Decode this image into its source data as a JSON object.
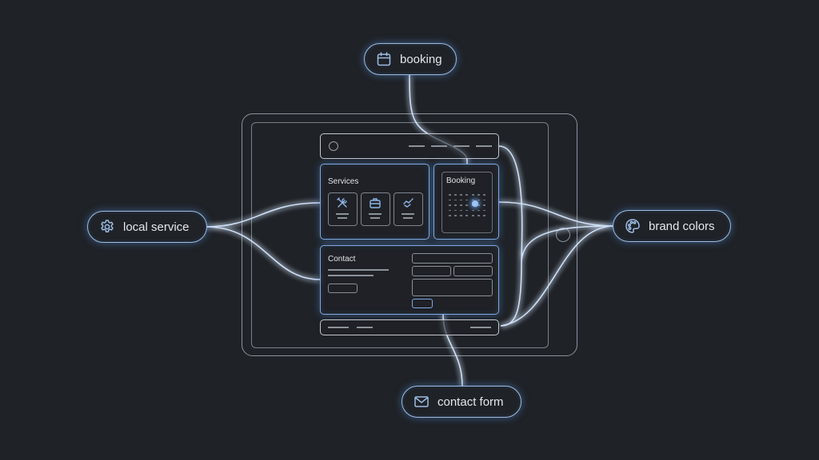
{
  "theme": {
    "background": "#1f2227",
    "wire_color": "#b9d4f5",
    "glow_color": "#5a96e6",
    "frame_color": "#c3c8cf",
    "highlight_dot": "#9cc4f5"
  },
  "nodes": {
    "booking": {
      "label": "booking",
      "icon": "calendar-icon"
    },
    "local_service": {
      "label": "local service",
      "icon": "gear-icon"
    },
    "brand_colors": {
      "label": "brand colors",
      "icon": "palette-icon"
    },
    "contact_form": {
      "label": "contact form",
      "icon": "envelope-icon"
    }
  },
  "wireframe": {
    "device": "tablet",
    "navbar": {
      "logo": "circle-logo",
      "menu_items": 4
    },
    "services": {
      "title": "Services",
      "cards": [
        {
          "icon": "tools-icon"
        },
        {
          "icon": "briefcase-icon"
        },
        {
          "icon": "handshake-icon"
        }
      ]
    },
    "booking": {
      "title": "Booking",
      "calendar_columns": 7,
      "calendar_rows": 5,
      "selected": "highlighted-day"
    },
    "contact": {
      "title": "Contact"
    },
    "footer": {
      "links": 3
    }
  },
  "connections": [
    {
      "from": "booking",
      "to": "wireframe.booking"
    },
    {
      "from": "local_service",
      "to": "wireframe.services"
    },
    {
      "from": "local_service",
      "to": "wireframe.contact"
    },
    {
      "from": "brand_colors",
      "to": "wireframe.booking"
    },
    {
      "from": "brand_colors",
      "to": "wireframe.navbar"
    },
    {
      "from": "brand_colors",
      "to": "wireframe.footer"
    },
    {
      "from": "contact_form",
      "to": "wireframe.contact"
    }
  ]
}
